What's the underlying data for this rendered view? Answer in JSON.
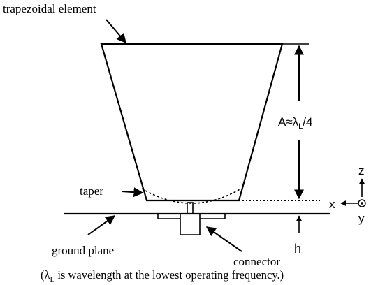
{
  "labels": {
    "trapezoidal_element": "trapezoidal element",
    "taper": "taper",
    "ground_plane": "ground plane",
    "connector": "connector",
    "height_symbol": "h",
    "dimension_A_prefix": "A≈λ",
    "dimension_A_sub": "L",
    "dimension_A_suffix": "/4",
    "axis_x": "x",
    "axis_y": "y",
    "axis_z": "z"
  },
  "footnote": {
    "open": "(λ",
    "sub": "L",
    "rest": " is wavelength at the lowest operating frequency.)"
  }
}
